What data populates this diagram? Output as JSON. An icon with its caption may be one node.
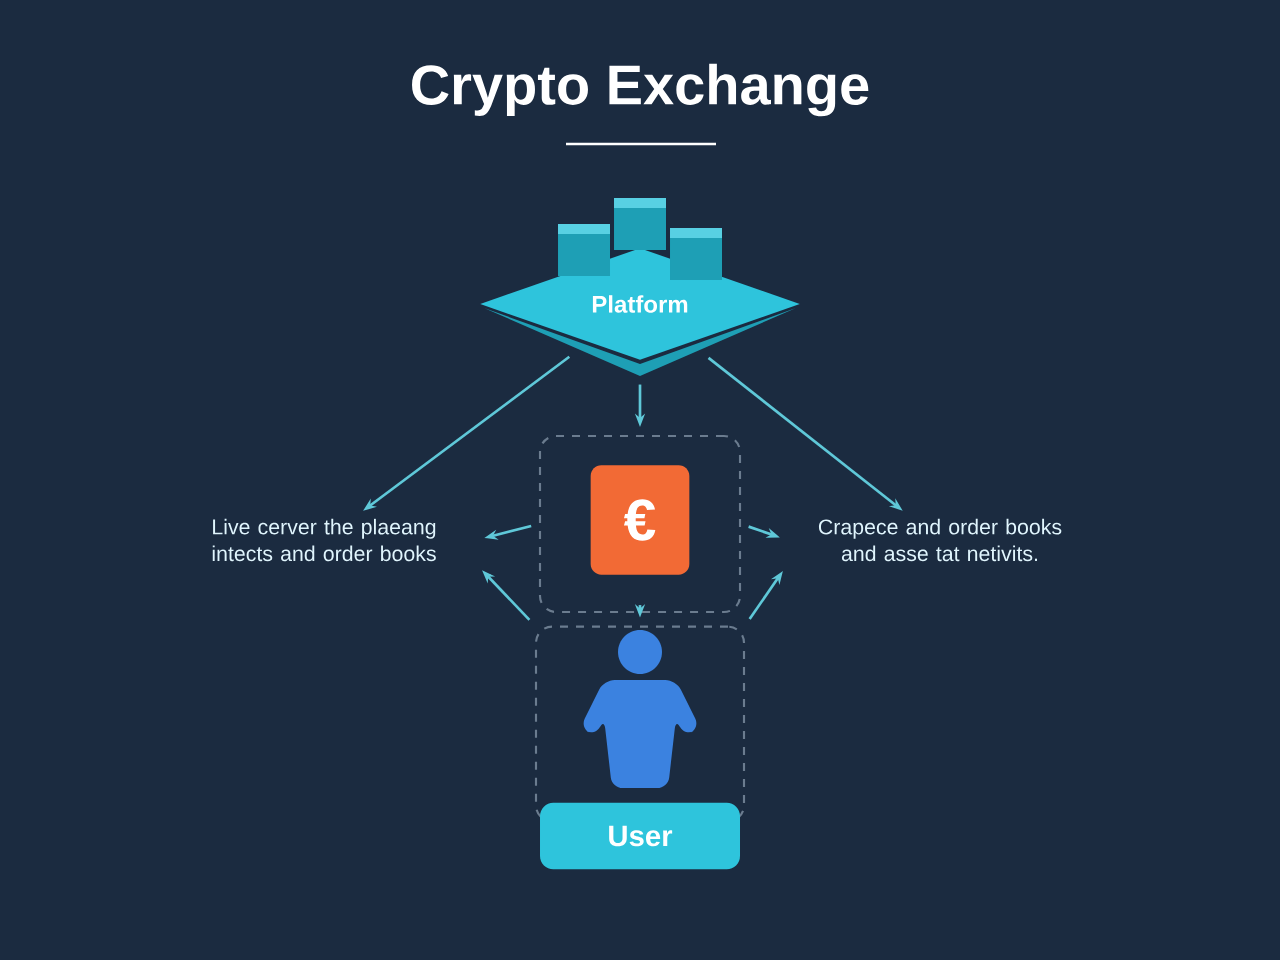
{
  "diagram": {
    "title": "Crypto Exchange",
    "nodes": [
      {
        "text": [
          "Platform"
        ]
      },
      {
        "text": [
          "Live cerver the plaeang intects and order books"
        ]
      },
      {
        "text": [],
        "shape": "box"
      },
      {
        "text": [
          "€"
        ],
        "in": 2
      },
      {
        "text": [
          "Crapece and order books and asse tat netivits."
        ]
      },
      {
        "text": [],
        "shape": "box"
      },
      {
        "text": [],
        "shape": "person",
        "in": 5
      },
      {
        "text": [
          "User"
        ]
      }
    ],
    "edges": [
      {
        "from": 0,
        "to": 1,
        "arrow": "to"
      },
      {
        "from": 0,
        "to": 4,
        "arrow": "to"
      },
      {
        "from": 0,
        "to": 2,
        "arrow": "to"
      },
      {
        "from": 2,
        "to": 1,
        "arrow": "to"
      },
      {
        "from": 2,
        "to": 4,
        "arrow": "to"
      },
      {
        "from": 2,
        "to": 5,
        "arrow": "to"
      },
      {
        "from": 5,
        "to": 1,
        "arrow": "to"
      },
      {
        "from": 5,
        "to": 4,
        "arrow": "to"
      }
    ]
  }
}
